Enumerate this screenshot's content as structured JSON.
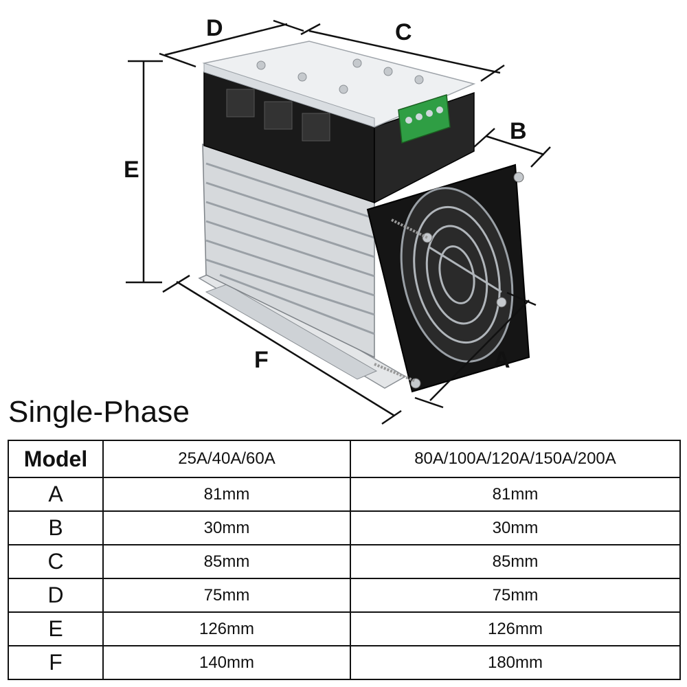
{
  "dimension_labels": {
    "a": "A",
    "b": "B",
    "c": "C",
    "d": "D",
    "e": "E",
    "f": "F"
  },
  "section_title": "Single-Phase",
  "table": {
    "headers": [
      "Model",
      "25A/40A/60A",
      "80A/100A/120A/150A/200A"
    ],
    "rows": [
      [
        "A",
        "81mm",
        "81mm"
      ],
      [
        "B",
        "30mm",
        "30mm"
      ],
      [
        "C",
        "85mm",
        "85mm"
      ],
      [
        "D",
        "75mm",
        "75mm"
      ],
      [
        "E",
        "126mm",
        "126mm"
      ],
      [
        "F",
        "140mm",
        "180mm"
      ]
    ]
  },
  "colors": {
    "outline": "#111111",
    "relay_body": "#1a1a1a",
    "cover": "#e9ecef",
    "heatsink": "#d6d9dc",
    "terminal": "#2f9e44"
  }
}
